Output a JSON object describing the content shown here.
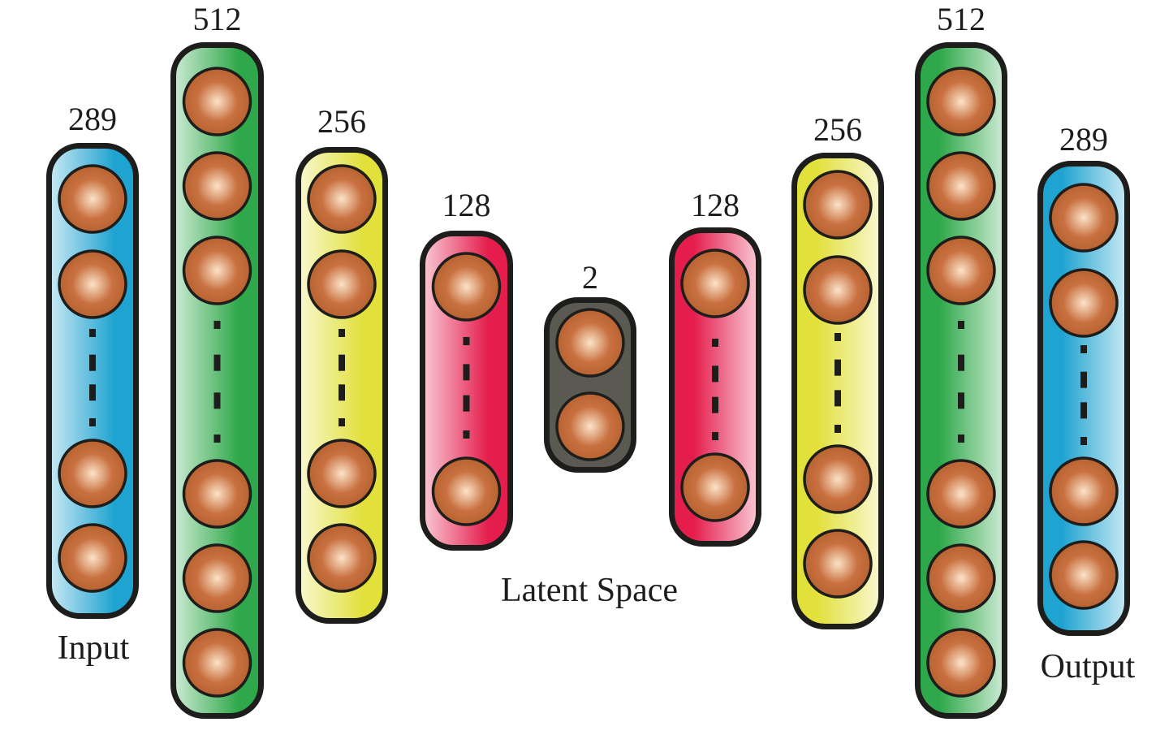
{
  "layers": [
    {
      "id": "input",
      "size_label": "289",
      "color": "#1fa3d0",
      "fade": "left"
    },
    {
      "id": "encoder-1",
      "size_label": "512",
      "color": "#2ea84a",
      "fade": "left"
    },
    {
      "id": "encoder-2",
      "size_label": "256",
      "color": "#e2e03a",
      "fade": "left"
    },
    {
      "id": "encoder-3",
      "size_label": "128",
      "color": "#e51d4d",
      "fade": "left"
    },
    {
      "id": "latent",
      "size_label": "2",
      "color": "#5b5a52",
      "fade": "none"
    },
    {
      "id": "decoder-1",
      "size_label": "128",
      "color": "#e51d4d",
      "fade": "right"
    },
    {
      "id": "decoder-2",
      "size_label": "256",
      "color": "#e2e03a",
      "fade": "right"
    },
    {
      "id": "decoder-3",
      "size_label": "512",
      "color": "#2ea84a",
      "fade": "right"
    },
    {
      "id": "output",
      "size_label": "289",
      "color": "#1fa3d0",
      "fade": "right"
    }
  ],
  "captions": {
    "input": "Input",
    "latent": "Latent Space",
    "output": "Output"
  },
  "colors": {
    "node": "#b5602e",
    "node_highlight": "#fbe3c8",
    "outline": "#1d1d1b"
  }
}
